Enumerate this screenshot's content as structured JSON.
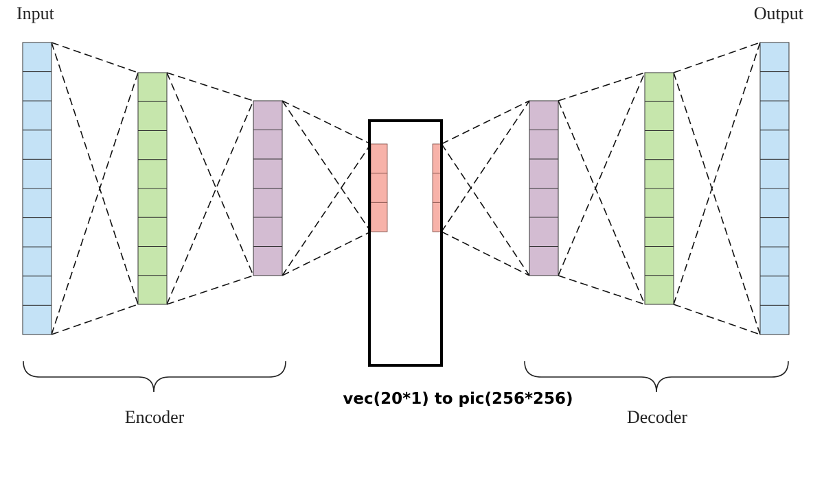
{
  "labels": {
    "input": "Input",
    "output": "Output",
    "encoder": "Encoder",
    "decoder": "Decoder",
    "caption": "vec(20*1) to pic(256*256)"
  },
  "colors": {
    "input_output": "#c4e2f6",
    "hidden_1": "#c6e6ac",
    "hidden_2": "#d3bcd2",
    "code": "#f7b2a9",
    "cell_border": "#333333",
    "connection": "#111111"
  },
  "layers": [
    {
      "id": "input",
      "cells": 10,
      "color_key": "input_output"
    },
    {
      "id": "encoder-hidden-1",
      "cells": 8,
      "color_key": "hidden_1"
    },
    {
      "id": "encoder-hidden-2",
      "cells": 6,
      "color_key": "hidden_2"
    },
    {
      "id": "code-left",
      "cells": 3,
      "color_key": "code"
    },
    {
      "id": "code-right",
      "cells": 3,
      "color_key": "code"
    },
    {
      "id": "decoder-hidden-2",
      "cells": 6,
      "color_key": "hidden_2"
    },
    {
      "id": "decoder-hidden-1",
      "cells": 8,
      "color_key": "hidden_1"
    },
    {
      "id": "output",
      "cells": 10,
      "color_key": "input_output"
    }
  ],
  "connections": [
    [
      "input",
      "encoder-hidden-1"
    ],
    [
      "encoder-hidden-1",
      "encoder-hidden-2"
    ],
    [
      "encoder-hidden-2",
      "code-left"
    ],
    [
      "code-right",
      "decoder-hidden-2"
    ],
    [
      "decoder-hidden-2",
      "decoder-hidden-1"
    ],
    [
      "decoder-hidden-1",
      "output"
    ]
  ]
}
